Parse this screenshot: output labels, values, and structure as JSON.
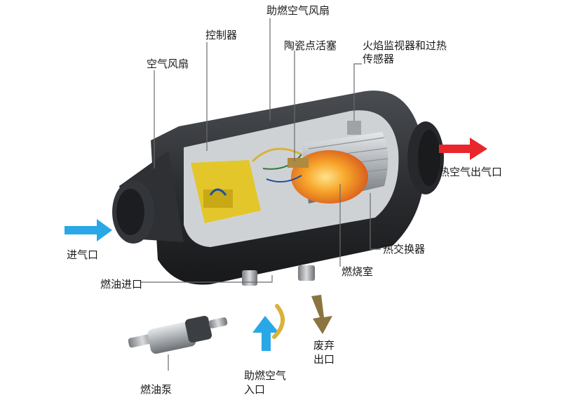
{
  "labels": {
    "combustion_fan": "助燃空气风扇",
    "controller": "控制器",
    "glow_plug": "陶瓷点活塞",
    "flame_sensor_line1": "火焰监视器和过热",
    "flame_sensor_line2": "传感器",
    "air_fan": "空气风扇",
    "hot_air_outlet": "热空气出气口",
    "air_inlet": "进气口",
    "heat_exchanger": "热交换器",
    "combustion_chamber": "燃烧室",
    "fuel_inlet": "燃油进口",
    "exhaust_line1": "废弃",
    "exhaust_line2": "出口",
    "combustion_air_inlet_line1": "助燃空气",
    "combustion_air_inlet_line2": "入口",
    "fuel_pump": "燃油泵"
  },
  "colors": {
    "hot_air_arrow": "#e8262b",
    "inlet_arrow": "#2aa7e6",
    "exhaust_arrow": "#8a7440",
    "housing": "#2b2d30",
    "controller": "#e3c62a",
    "flame": "#f28a1e"
  },
  "icons": [
    "air-inlet-arrow",
    "hot-air-arrow",
    "exhaust-arrow",
    "combustion-air-arrow",
    "fuel-pump-icon",
    "heater-body-icon"
  ]
}
